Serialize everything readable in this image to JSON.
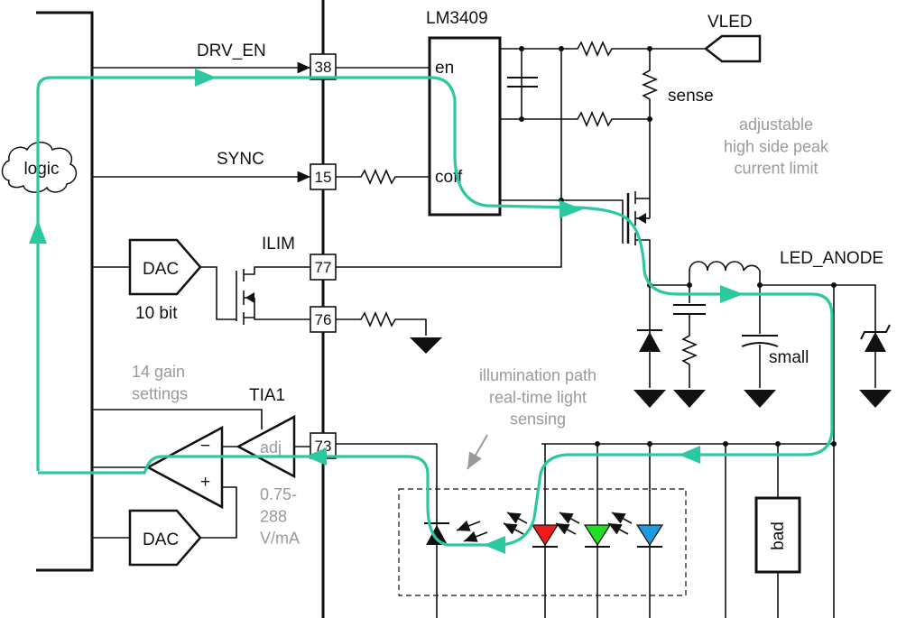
{
  "labels": {
    "chip": "LM3409",
    "vled": "VLED",
    "drv_en": "DRV_EN",
    "sync": "SYNC",
    "ilim": "ILIM",
    "logic": "logic",
    "dac_top": "DAC",
    "dac_bits": "10 bit",
    "dac_bottom": "DAC",
    "tia": "TIA1",
    "gain_settings": "14 gain\nsettings",
    "adj": "adj",
    "gain_range": "0.75-\n288\nV/mA",
    "en": "en",
    "coff": "coff",
    "sense": "sense",
    "peak_note": "adjustable\nhigh side peak\ncurrent limit",
    "led_anode": "LED_ANODE",
    "small": "small",
    "illum_note": "illumination path\nreal-time light\nsensing",
    "bad": "bad",
    "minus": "−",
    "plus": "+"
  },
  "pins": [
    "38",
    "15",
    "77",
    "76",
    "73"
  ],
  "colors": {
    "path": "#2cc9a0",
    "led_red": "#ee1c1c",
    "led_green": "#22dd22",
    "led_blue": "#1e9be0",
    "note_gray": "#9a9a9a"
  }
}
